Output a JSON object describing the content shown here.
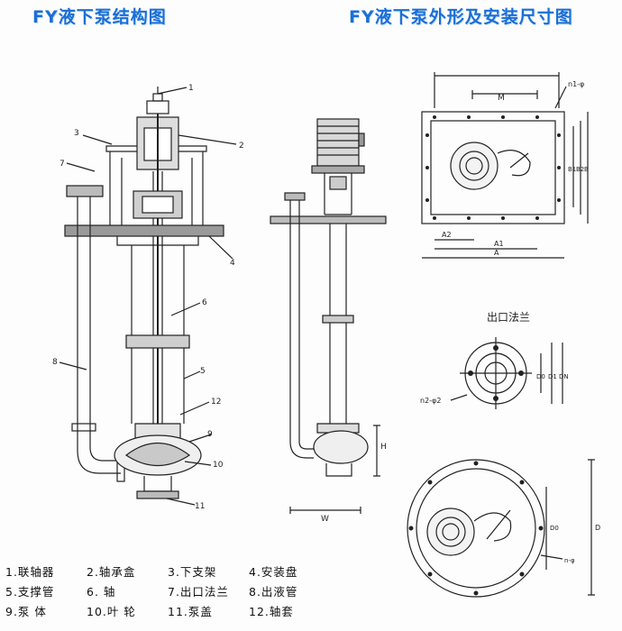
{
  "titles": {
    "left": "FY液下泵结构图",
    "right": "FY液下泵外形及安装尺寸图"
  },
  "callouts": [
    "1",
    "2",
    "3",
    "4",
    "5",
    "6",
    "7",
    "8",
    "9",
    "10",
    "11",
    "12"
  ],
  "dimensions": {
    "plan_top": [
      "M",
      "n1-φ",
      "A2",
      "A1",
      "A",
      "B1",
      "B2",
      "B"
    ],
    "elevation": [
      "H",
      "W"
    ],
    "flange_title": "出口法兰",
    "flange": [
      "D0",
      "D1",
      "n2-φ2",
      "DN"
    ],
    "base_plan": [
      "D0",
      "D",
      "n-φ"
    ]
  },
  "legend": [
    [
      "1.联轴器",
      "2.轴承盒",
      "3.下支架",
      "4.安装盘"
    ],
    [
      "5.支撑管",
      "6.  轴",
      "7.出口法兰",
      "8.出液管"
    ],
    [
      "9.泵  体",
      "10.叶  轮",
      "11.泵盖",
      "12.轴套"
    ]
  ]
}
